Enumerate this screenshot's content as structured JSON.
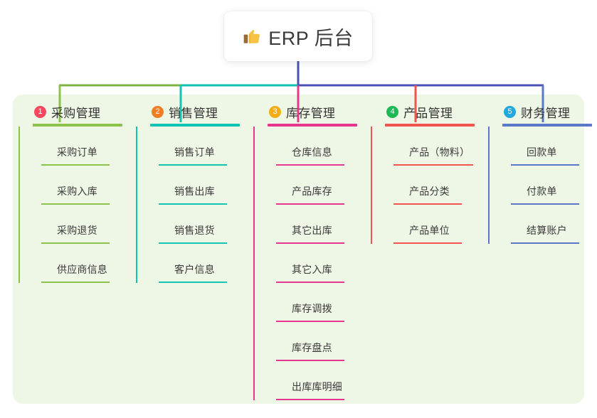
{
  "root": {
    "icon": "thumbs-up-icon",
    "title": "ERP 后台"
  },
  "colors": {
    "panel_bg": "#eef7e6",
    "page_bg": "#ffffff",
    "bus_green": "#7cb342",
    "bus_teal": "#0fc1ae",
    "bus_blue": "#4a51b5",
    "col1": "#8bc34a",
    "col2": "#12c6b4",
    "col3": "#e8368f",
    "col4": "#f4544f",
    "col5": "#5b78c8",
    "badge1": "#f4485f",
    "badge2": "#f07c23",
    "badge3": "#f5ad16",
    "badge4": "#1cb954",
    "badge5": "#20a8e0"
  },
  "columns": [
    {
      "index": "1",
      "badge": "1",
      "badge_color": "#f4485f",
      "line_color": "#8bc34a",
      "title": "采购管理",
      "items": [
        "采购订单",
        "采购入库",
        "采购退货",
        "供应商信息"
      ]
    },
    {
      "index": "2",
      "badge": "2",
      "badge_color": "#f07c23",
      "line_color": "#12c6b4",
      "title": "销售管理",
      "items": [
        "销售订单",
        "销售出库",
        "销售退货",
        "客户信息"
      ]
    },
    {
      "index": "3",
      "badge": "3",
      "badge_color": "#f5ad16",
      "line_color": "#e8368f",
      "title": "库存管理",
      "items": [
        "仓库信息",
        "产品库存",
        "其它出库",
        "其它入库",
        "库存调拨",
        "库存盘点",
        "出库库明细"
      ]
    },
    {
      "index": "4",
      "badge": "4",
      "badge_color": "#1cb954",
      "line_color": "#f4544f",
      "title": "产品管理",
      "items": [
        "产品（物料）",
        "产品分类",
        "产品单位"
      ]
    },
    {
      "index": "5",
      "badge": "5",
      "badge_color": "#20a8e0",
      "line_color": "#5b78c8",
      "title": "财务管理",
      "items": [
        "回款单",
        "付款单",
        "结算账户"
      ]
    }
  ]
}
